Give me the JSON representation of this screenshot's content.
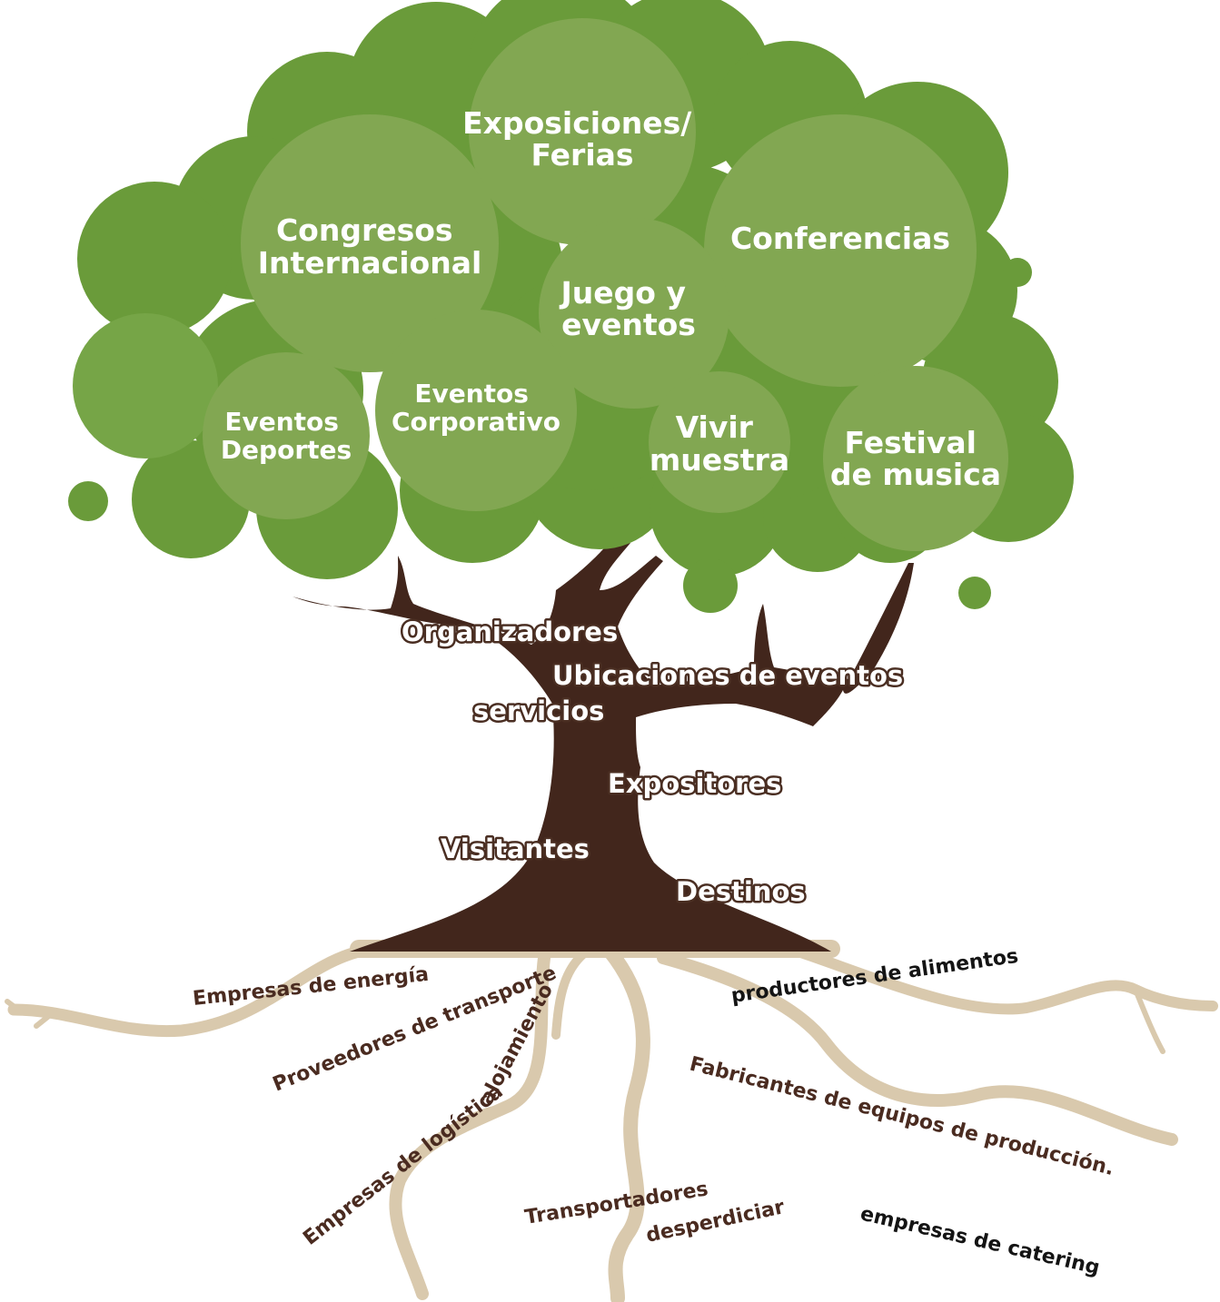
{
  "colors": {
    "canopy_dark": "#6a9b3a",
    "canopy_mid": "#76a547",
    "canopy_light": "#82a752",
    "trunk": "#42261c",
    "roots": "#d9c9ad",
    "root_text": "#4a2b20",
    "root_text_black": "#141414"
  },
  "canopy": {
    "exposiciones": [
      "Exposiciones/",
      "Ferias"
    ],
    "congresos": [
      "Congresos",
      "Internacional"
    ],
    "conferencias": [
      "Conferencias"
    ],
    "juego": [
      "Juego y",
      "eventos"
    ],
    "eventos_corporativo": [
      "Eventos",
      "Corporativo"
    ],
    "eventos_deportes": [
      "Eventos",
      "Deportes"
    ],
    "vivir": [
      "Vivir",
      "muestra"
    ],
    "festival": [
      "Festival",
      "de musica"
    ]
  },
  "trunk": {
    "organizadores": "Organizadores",
    "ubicaciones": "Ubicaciones de eventos",
    "servicios": "servicios",
    "expositores": "Expositores",
    "visitantes": "Visitantes",
    "destinos": "Destinos"
  },
  "roots": {
    "energia": "Empresas de energía",
    "alimentos": "productores de alimentos",
    "transporte": "Proveedores de transporte",
    "alojamiento": "alojamiento",
    "fabricantes": "Fabricantes de equipos de producción.",
    "logistica": "Empresas de logística",
    "transportadores": "Transportadores",
    "desperdiciar": "desperdiciar",
    "catering": "empresas de catering"
  }
}
